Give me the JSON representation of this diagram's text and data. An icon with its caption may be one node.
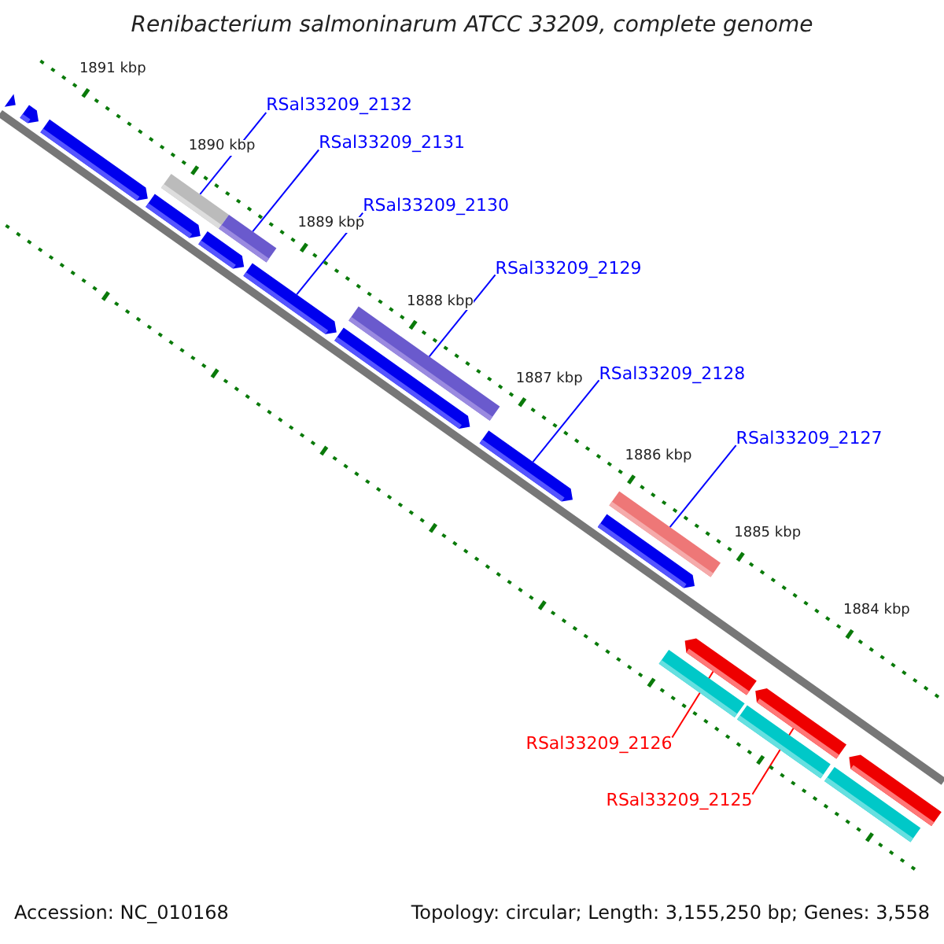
{
  "diagram": {
    "title": "Renibacterium salmoninarum ATCC 33209, complete genome",
    "nodes": [
      {
        "text": [
          "RSal33209_2132"
        ]
      },
      {
        "text": [
          "RSal33209_2131"
        ]
      },
      {
        "text": [
          "RSal33209_2130"
        ]
      },
      {
        "text": [
          "RSal33209_2129"
        ]
      },
      {
        "text": [
          "RSal33209_2128"
        ]
      },
      {
        "text": [
          "RSal33209_2127"
        ]
      },
      {
        "text": [
          "RSal33209_2126"
        ]
      },
      {
        "text": [
          "RSal33209_2125"
        ]
      },
      {
        "text": [],
        "shape": "bar"
      },
      {
        "text": [],
        "shape": "bar"
      },
      {
        "text": [],
        "shape": "bar"
      },
      {
        "text": [],
        "shape": "bar"
      },
      {
        "text": [],
        "shape": "bar"
      },
      {
        "text": [],
        "shape": "bar"
      },
      {
        "text": [],
        "shape": "bar"
      },
      {
        "text": [],
        "shape": "bar"
      },
      {
        "text": [],
        "shape": "bar"
      },
      {
        "text": [],
        "shape": "bar"
      },
      {
        "text": [],
        "shape": "bar"
      },
      {
        "text": [],
        "shape": "bar"
      },
      {
        "text": [],
        "shape": "bar"
      },
      {
        "text": [],
        "shape": "bar"
      },
      {
        "text": [],
        "shape": "bar"
      },
      {
        "text": [],
        "shape": "bar"
      },
      {
        "text": [],
        "shape": "bar"
      },
      {
        "text": [],
        "shape": "bar"
      },
      {
        "text": [],
        "shape": "bar"
      }
    ],
    "edges": [
      {
        "from": 0,
        "to": 12,
        "arrow": "none"
      },
      {
        "from": 1,
        "to": 14,
        "arrow": "none"
      },
      {
        "from": 2,
        "to": 15,
        "arrow": "none"
      },
      {
        "from": 3,
        "to": 16,
        "arrow": "none"
      },
      {
        "from": 4,
        "to": 18,
        "arrow": "none"
      },
      {
        "from": 5,
        "to": 19,
        "arrow": "none"
      },
      {
        "from": 6,
        "to": 22,
        "arrow": "none",
        "color": "#ff0000"
      },
      {
        "from": 7,
        "to": 24,
        "arrow": "none",
        "color": "#ff0000"
      }
    ],
    "labels": [
      "1891 kbp",
      "1890 kbp",
      "1889 kbp",
      "1888 kbp",
      "1887 kbp",
      "1886 kbp",
      "1885 kbp",
      "1884 kbp",
      "Accession: NC_010168",
      "Topology: circular; Length: 3,155,250 bp; Genes: 3,558"
    ]
  }
}
